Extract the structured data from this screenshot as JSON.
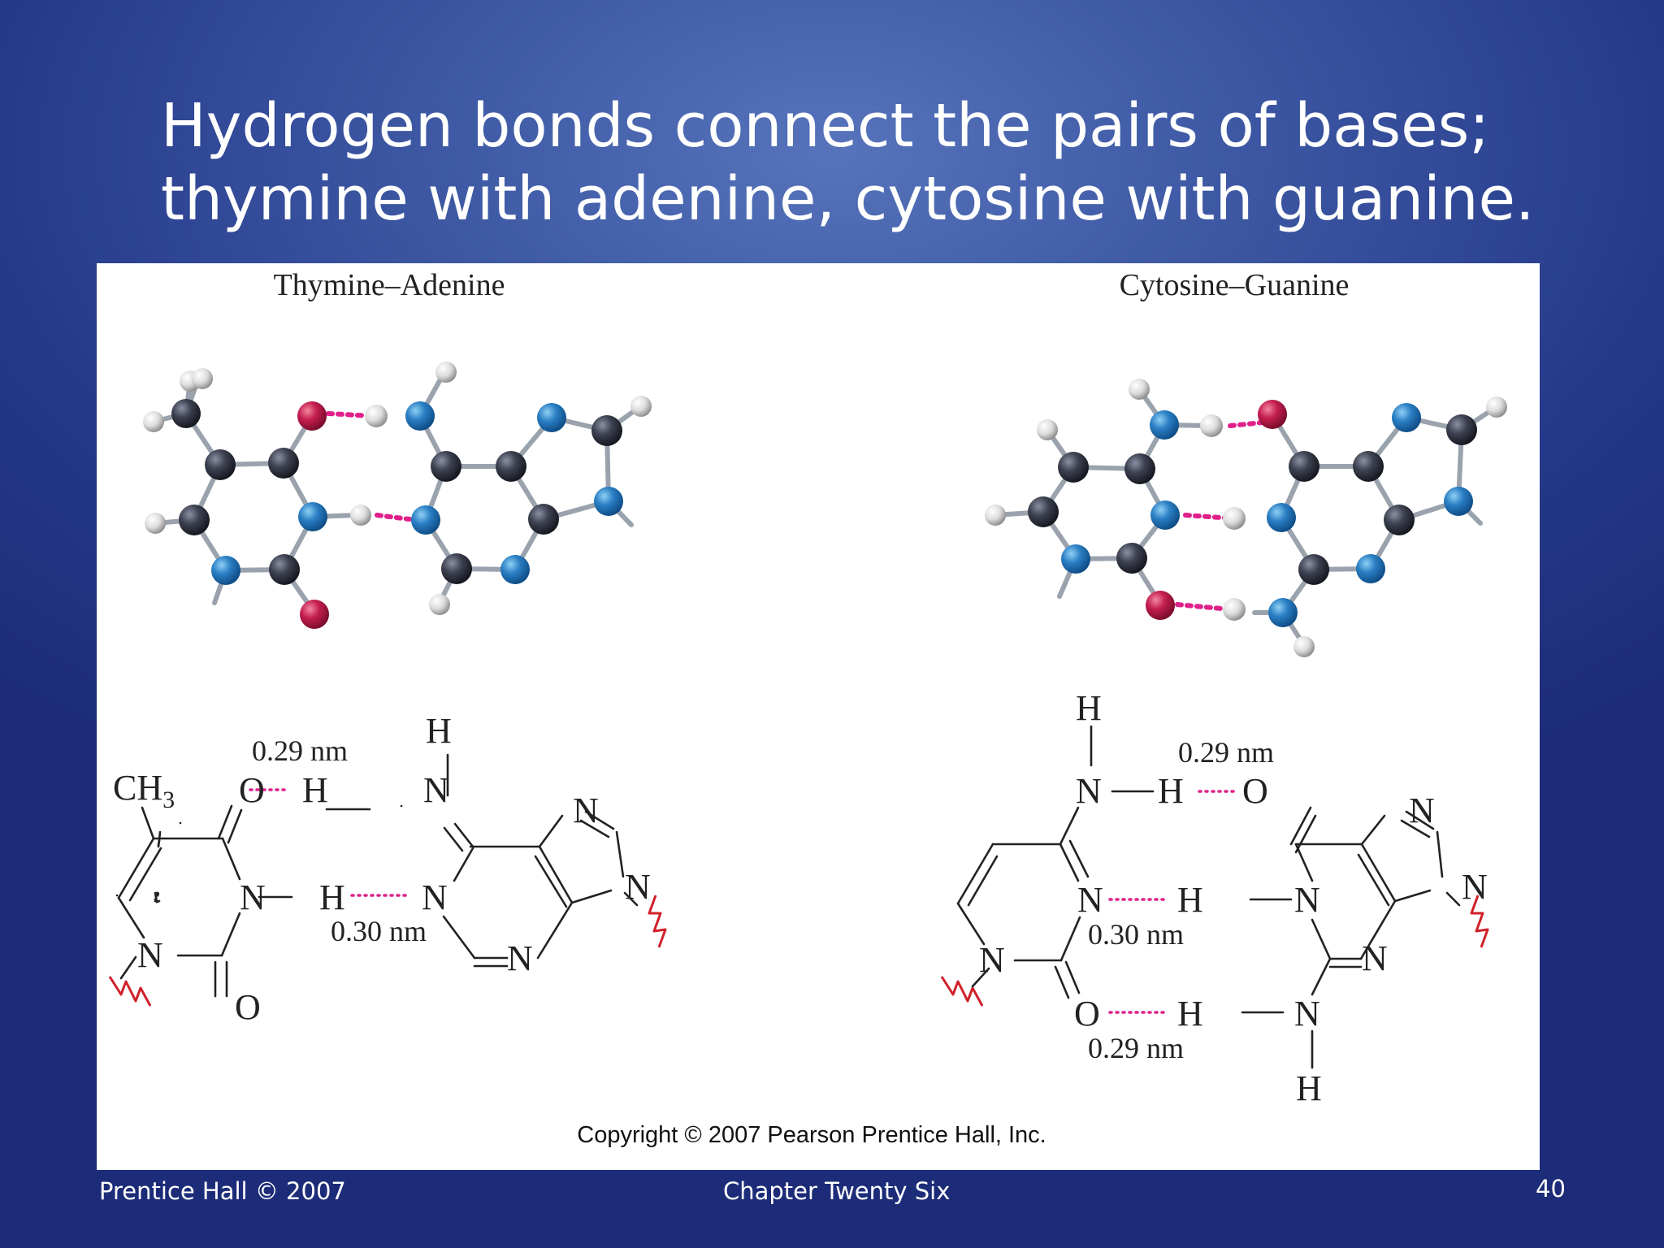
{
  "title": {
    "line1": "Hydrogen bonds connect the pairs of bases;",
    "line2": "thymine with adenine, cytosine with guanine."
  },
  "figure": {
    "left_pair_label": "Thymine–Adenine",
    "right_pair_label": "Cytosine–Guanine",
    "copyright": "Copyright © 2007 Pearson Prentice Hall, Inc.",
    "atoms": {
      "H": "H",
      "N": "N",
      "O": "O",
      "C": "CH",
      "sub3": "3"
    },
    "distances": {
      "ta_top": "0.29 nm",
      "ta_bottom": "0.30 nm",
      "cg_top": "0.29 nm",
      "cg_middle": "0.30 nm",
      "cg_bottom": "0.29 nm"
    },
    "colors": {
      "carbon": "#3d4150",
      "nitrogen": "#2a7fc4",
      "oxygen": "#c41e50",
      "hydrogen": "#e6e6e6",
      "hbond": "#e0208a",
      "sugar_link": "#d0202a"
    }
  },
  "footer": {
    "left": "Prentice Hall © 2007",
    "center": "Chapter Twenty Six",
    "page_number": "40"
  }
}
